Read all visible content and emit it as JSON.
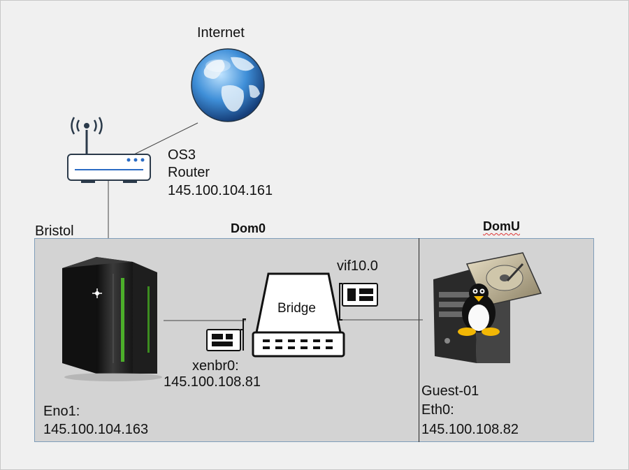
{
  "internet": {
    "label": "Internet"
  },
  "router": {
    "lines": [
      "OS3",
      "Router",
      "145.100.104.161"
    ]
  },
  "host": {
    "label": "Bristol"
  },
  "zones": {
    "dom0": "Dom0",
    "domu": "DomU"
  },
  "server": {
    "iface": "Eno1:",
    "ip": "145.100.104.163"
  },
  "bridge": {
    "label": "Bridge"
  },
  "nic_xenbr0": {
    "name": "xenbr0:",
    "ip": "145.100.108.81"
  },
  "nic_vif": {
    "name": "vif10.0"
  },
  "guest": {
    "lines": [
      "Guest-01",
      "Eth0:",
      "145.100.108.82"
    ]
  }
}
